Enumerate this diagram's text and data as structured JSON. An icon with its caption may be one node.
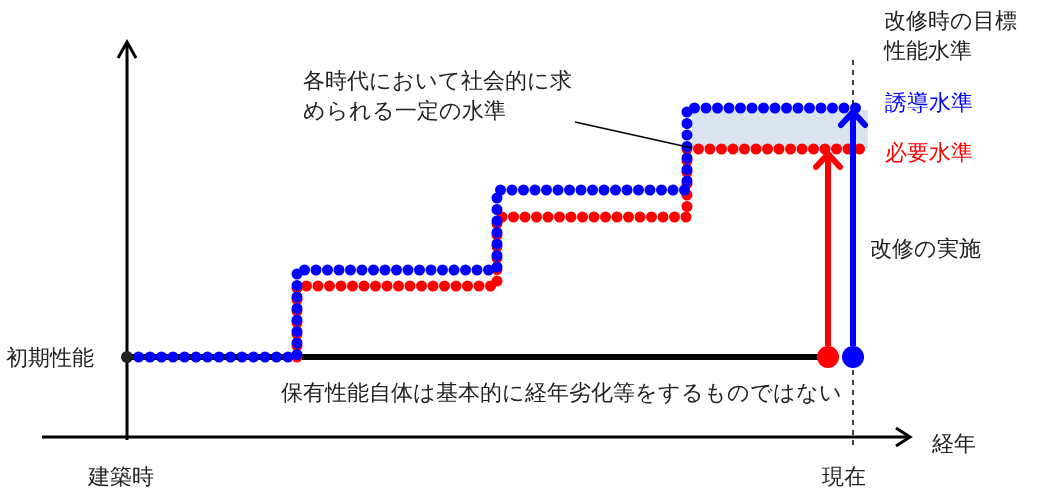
{
  "diagram": {
    "nodes": [
      {
        "text": [
          "各時代において社会的に求められる一定の水準"
        ]
      },
      {
        "text": [],
        "shape": "circle"
      },
      {
        "text": [],
        "shape": "circle"
      },
      {
        "text": [],
        "shape": "box"
      }
    ],
    "edges": [
      {
        "from": 0,
        "to": 3,
        "arrow": "none"
      },
      {
        "from": 1,
        "to": 3,
        "arrow": "to",
        "color": "#ff0000"
      },
      {
        "from": 2,
        "to": 3,
        "arrow": "to",
        "color": "#0000ff"
      }
    ],
    "labels": [
      "改修時の目標性能水準",
      "誘導水準",
      "必要水準",
      "改修の実施",
      "初期性能",
      "保有性能自体は基本的に経年劣化等をするものではない",
      "経年",
      "建築時",
      "現在"
    ]
  }
}
